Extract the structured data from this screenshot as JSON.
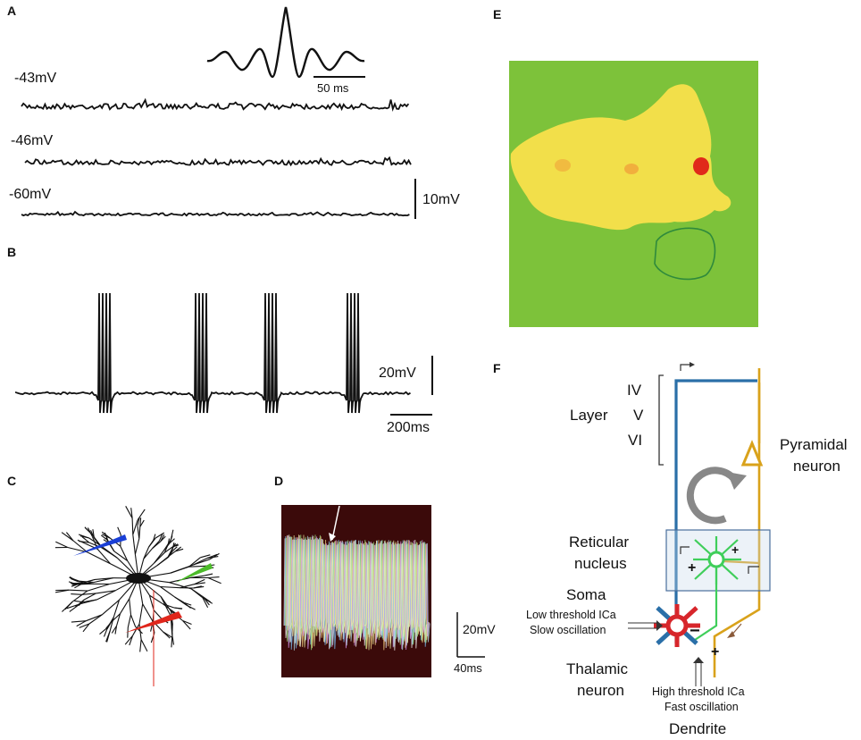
{
  "panels": {
    "A": {
      "letter": "A",
      "scale_time": "50 ms",
      "scale_voltage": "10mV",
      "traces": [
        {
          "label": "-43mV"
        },
        {
          "label": "-46mV"
        },
        {
          "label": "-60mV"
        }
      ]
    },
    "B": {
      "letter": "B",
      "scale_voltage": "20mV",
      "scale_time": "200ms",
      "bursts": 4
    },
    "C": {
      "letter": "C",
      "electrode_colors": [
        "#1a3fd6",
        "#4cbb2a",
        "#e0261b"
      ]
    },
    "D": {
      "letter": "D",
      "scale_voltage": "20mV",
      "scale_time": "40ms",
      "background": "#3b0a0a"
    },
    "E": {
      "letter": "E",
      "background": "#7dc23a",
      "cell_color": "#f2df4a",
      "hotspot_color": "#e02a1a"
    },
    "F": {
      "letter": "F",
      "layer_title": "Layer",
      "layers": [
        "IV",
        "V",
        "VI"
      ],
      "pyramidal_label_1": "Pyramidal",
      "pyramidal_label_2": "neuron",
      "reticular_label_1": "Reticular",
      "reticular_label_2": "nucleus",
      "soma_label": "Soma",
      "soma_sub_1": "Low threshold ICa",
      "soma_sub_2": "Slow oscillation",
      "thalamic_label_1": "Thalamic",
      "thalamic_label_2": "neuron",
      "dendrite_sub_1": "High threshold ICa",
      "dendrite_sub_2": "Fast oscillation",
      "dendrite_label": "Dendrite",
      "colors": {
        "blue_axon": "#2a6fa8",
        "orange_axon": "#d9a21b",
        "reticular": "#3fce5a",
        "thalamic": "#d7262b"
      }
    }
  }
}
